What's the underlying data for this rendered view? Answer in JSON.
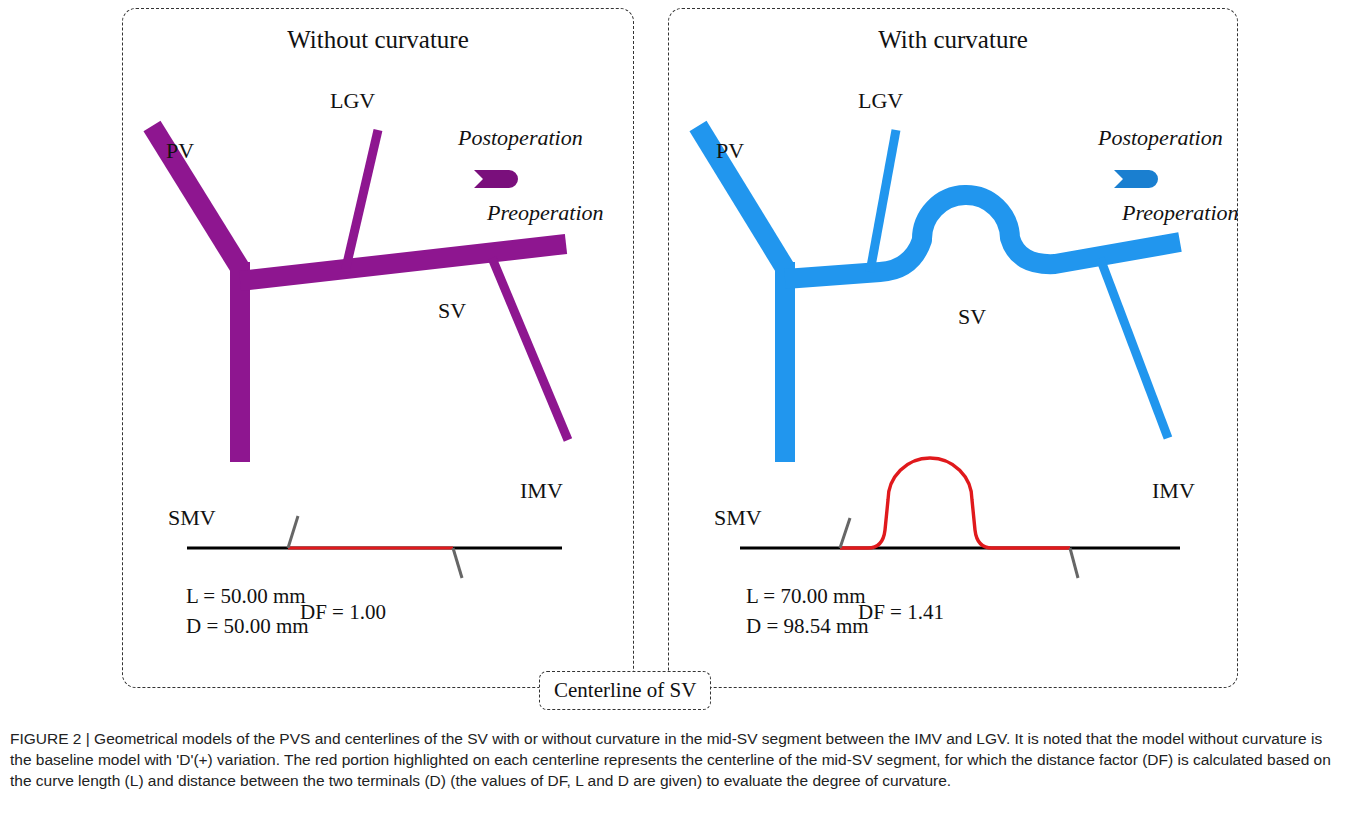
{
  "diagram": {
    "caption": "FIGURE 2 | Geometrical models of the PVS and centerlines of the SV with or without curvature in the mid-SV segment between the IMV and LGV. It is noted that the model without curvature is the baseline model with 'D'(+) variation. The red portion highlighted on each centerline represents the centerline of the mid-SV segment, for which the distance factor (DF) is calculated based on the curve length (L) and distance between the two terminals (D) (the values of DF, L and D are given) to evaluate the degree of curvature.",
    "nodes": [
      {
        "text": [
          "Without curvature"
        ]
      },
      {
        "text": [
          "With curvature"
        ]
      },
      {
        "text": [
          "Centerline of SV"
        ]
      }
    ],
    "labels": [
      "Postoperation",
      "Preoperation",
      "PV",
      "LGV",
      "SV",
      "SMV",
      "IMV",
      "L = 50.00 mm",
      "D = 50.00 mm",
      "DF = 1.00",
      "Postoperation",
      "Preoperation",
      "PV",
      "LGV",
      "SV",
      "SMV",
      "IMV",
      "L = 70.00 mm",
      "D = 98.54 mm",
      "DF = 1.41"
    ]
  }
}
